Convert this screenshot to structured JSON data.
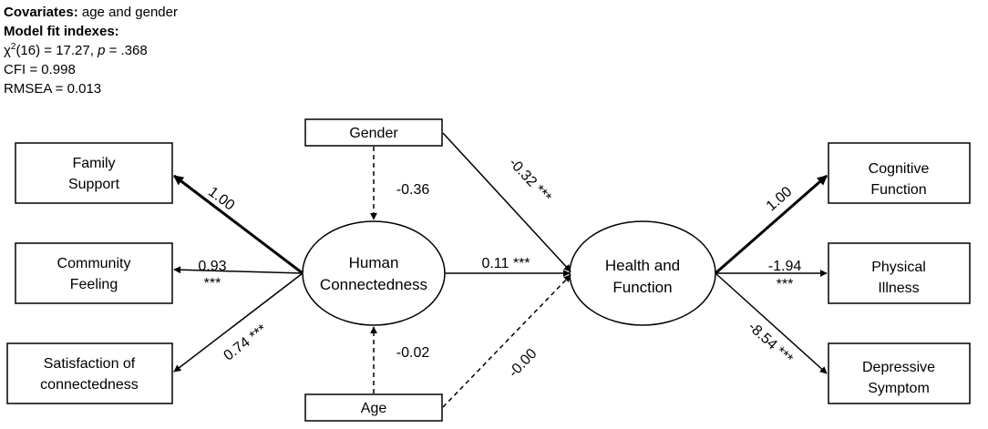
{
  "info": {
    "covariates_label": "Covariates:",
    "covariates_value": " age and gender",
    "fit_title": "Model fit indexes:",
    "chi_symbol": "χ",
    "chi_sup": "2",
    "chi_df": "(16) = 17.27, ",
    "p_symbol": "p",
    "p_value": " = .368",
    "cfi": "CFI = 0.998",
    "rmsea": "RMSEA = 0.013"
  },
  "nodes": {
    "family_support": [
      "Family",
      "Support"
    ],
    "community_feeling": [
      "Community",
      "Feeling"
    ],
    "satisfaction": [
      "Satisfaction of",
      "connectedness"
    ],
    "gender": "Gender",
    "age": "Age",
    "human_connectedness": [
      "Human",
      "Connectedness"
    ],
    "health_function": [
      "Health and",
      "Function"
    ],
    "cognitive_function": [
      "Cognitive",
      "Function"
    ],
    "physical_illness": [
      "Physical",
      "Illness"
    ],
    "depressive_symptom": [
      "Depressive",
      "Symptom"
    ]
  },
  "paths": {
    "family_loading": "1.00",
    "community_loading": "0.93",
    "community_sig": "***",
    "satisfaction_loading": "0.74 ***",
    "gender_to_hc": "-0.36",
    "gender_to_hf": "-0.32 ***",
    "hc_to_hf": "0.11 ***",
    "age_to_hc": "-0.02",
    "age_to_hf": "-0.00",
    "cognitive_loading": "1.00",
    "physical_loading": "-1.94",
    "physical_sig": "***",
    "depressive_loading": "-8.54 ***"
  }
}
